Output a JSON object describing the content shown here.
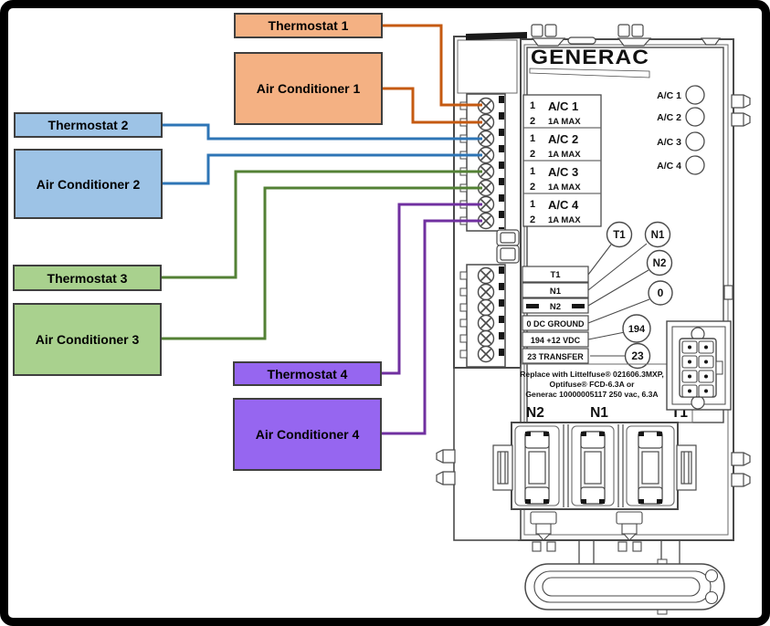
{
  "boxes": [
    {
      "id": "thermostat-1",
      "label": "Thermostat 1",
      "color": "#F4B183"
    },
    {
      "id": "air-conditioner-1",
      "label": "Air Conditioner 1",
      "color": "#F4B183"
    },
    {
      "id": "thermostat-2",
      "label": "Thermostat 2",
      "color": "#9DC3E6"
    },
    {
      "id": "air-conditioner-2",
      "label": "Air Conditioner 2",
      "color": "#9DC3E6"
    },
    {
      "id": "thermostat-3",
      "label": "Thermostat 3",
      "color": "#A9D18E"
    },
    {
      "id": "air-conditioner-3",
      "label": "Air Conditioner 3",
      "color": "#A9D18E"
    },
    {
      "id": "thermostat-4",
      "label": "Thermostat 4",
      "color": "#9666F0"
    },
    {
      "id": "air-conditioner-4",
      "label": "Air Conditioner 4",
      "color": "#9666F0"
    }
  ],
  "wire_colors": {
    "circuit1_orange": "#C55A11",
    "circuit2_blue": "#2E75B6",
    "circuit3_green": "#538135",
    "circuit4_purple": "#7030A0"
  },
  "device": {
    "brand": "GENERAC",
    "ac_cells": [
      {
        "pin1": "1",
        "name": "A/C 1",
        "pin2": "2",
        "rating": "1A MAX"
      },
      {
        "pin1": "1",
        "name": "A/C 2",
        "pin2": "2",
        "rating": "1A MAX"
      },
      {
        "pin1": "1",
        "name": "A/C 3",
        "pin2": "2",
        "rating": "1A MAX"
      },
      {
        "pin1": "1",
        "name": "A/C 4",
        "pin2": "2",
        "rating": "1A MAX"
      }
    ],
    "led_labels": [
      "A/C 1",
      "A/C 2",
      "A/C 3",
      "A/C 4"
    ],
    "signal_circles": [
      "T1",
      "N1",
      "N2",
      "0",
      "194",
      "23"
    ],
    "terminal_rows": [
      "T1",
      "N1",
      "N2",
      "0 DC GROUND",
      "194  +12 VDC",
      "23 TRANSFER"
    ],
    "fuse_note": [
      "Replace with Littelfuse® 021606.3MXP,",
      "Optifuse® FCD-6.3A or",
      "Generac 10000005117 250 vac, 6.3A"
    ],
    "fuse_labels": [
      "N2",
      "N1",
      "T1"
    ]
  }
}
